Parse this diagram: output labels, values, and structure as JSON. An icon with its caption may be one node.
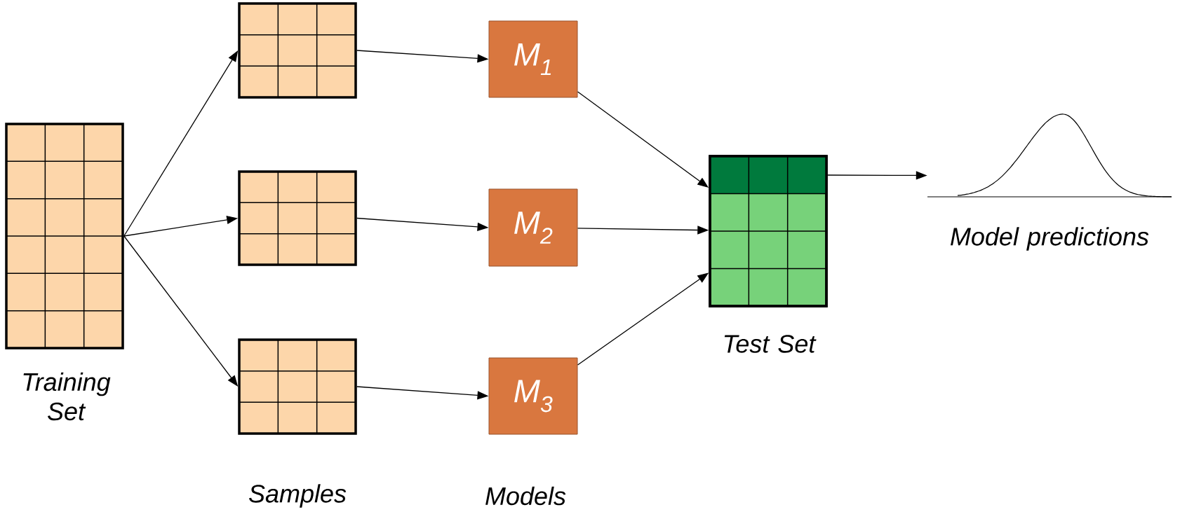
{
  "diagram": {
    "nodes": [
      {
        "text": [],
        "shape": "grid",
        "beside": [
          "Training Set"
        ]
      },
      {
        "text": [],
        "shape": "grid"
      },
      {
        "text": [],
        "shape": "grid"
      },
      {
        "text": [],
        "shape": "grid"
      },
      {
        "text": [
          "M$_{1}$"
        ]
      },
      {
        "text": [
          "M$_{2}$"
        ]
      },
      {
        "text": [
          "M$_{3}$"
        ]
      },
      {
        "text": [],
        "shape": "grid",
        "beside": [
          "Test Set"
        ]
      },
      {
        "text": [],
        "shape": "picture",
        "beside": [
          "Model predictions"
        ]
      }
    ],
    "edges": [
      {
        "from": 0,
        "to": 1,
        "arrow": "to"
      },
      {
        "from": 0,
        "to": 2,
        "arrow": "to"
      },
      {
        "from": 0,
        "to": 3,
        "arrow": "to"
      },
      {
        "from": 1,
        "to": 4,
        "arrow": "to"
      },
      {
        "from": 2,
        "to": 5,
        "arrow": "to"
      },
      {
        "from": 3,
        "to": 6,
        "arrow": "to"
      },
      {
        "from": 4,
        "to": 7,
        "arrow": "to"
      },
      {
        "from": 5,
        "to": 7,
        "arrow": "to"
      },
      {
        "from": 6,
        "to": 7,
        "arrow": "to"
      },
      {
        "from": 7,
        "to": 8,
        "arrow": "to"
      }
    ],
    "labels": [
      "Samples",
      "Models"
    ]
  }
}
